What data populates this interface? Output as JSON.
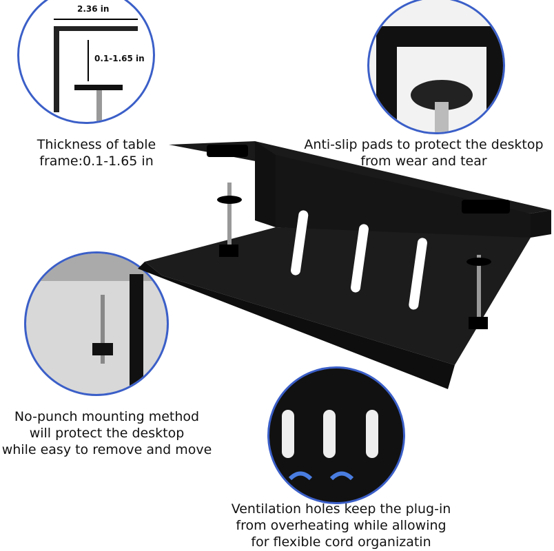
{
  "clamp_detail": {
    "width_label": "2.36 in",
    "height_label": "0.1-1.65 in"
  },
  "captions": {
    "thickness": [
      "Thickness of table",
      "frame:0.1-1.65 in"
    ],
    "anti_slip": [
      "Anti-slip pads  to protect the desktop",
      "from wear and tear"
    ],
    "no_punch": [
      "No-punch mounting method",
      "will protect the desktop",
      "while easy to remove and move"
    ],
    "ventilation": [
      "Ventilation holes keep the plug-in",
      "from overheating while allowing",
      "for flexible cord organizatin"
    ]
  },
  "colors": {
    "accent": "#3b5fc8",
    "product": "#111111"
  }
}
